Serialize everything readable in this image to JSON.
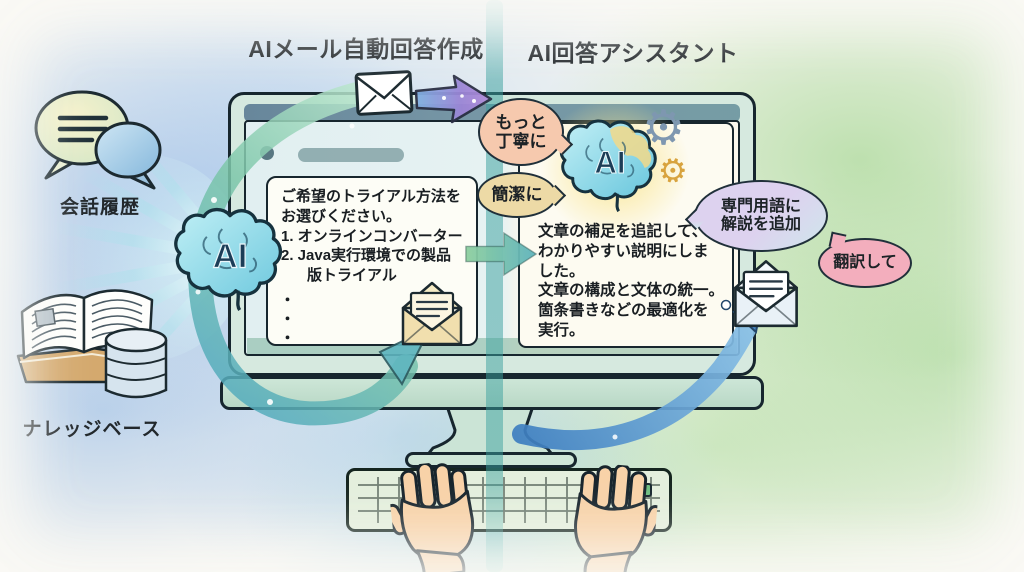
{
  "titles": {
    "left": "AIメール自動回答作成",
    "right": "AI回答アシスタント"
  },
  "sources": {
    "conversation_history": "会話履歴",
    "knowledge_base": "ナレッジベース"
  },
  "ai_label": "AI",
  "screen": {
    "left_panel": {
      "line1": "ご希望のトライアル方法を",
      "line2": "お選びください。",
      "line3": "1. オンラインコンバーター",
      "line4": "2. Java実行環境での製品",
      "line5": "版トライアル",
      "dots": "・\n・\n・"
    },
    "right_panel": {
      "text": "文章の補足を追記して、\nわかりやすい説明にしま\nした。\n文章の構成と文体の統一。\n箇条書きなどの最適化を\n実行。"
    }
  },
  "bubbles": {
    "more_polite": "もっと\n丁寧に",
    "concise": "簡潔に",
    "add_jargon_explanation": "専門用語に\n解説を追加",
    "translate": "翻訳して"
  },
  "icons": {
    "gear": "⚙"
  },
  "colors": {
    "background_left": "#a3c6ea",
    "background_right": "#9fd592",
    "divider": "#4fada8",
    "bubble_more_polite": "#f6c9ae",
    "bubble_concise": "#eddaa6",
    "bubble_jargon": "#d8cdec",
    "bubble_translate": "#f3aebd",
    "brain": "#8fd9e8",
    "brain_glow": "#f7e49a",
    "arrow_left_loop": "#6fbfae",
    "arrow_right_swoosh": "#4787c4",
    "arrow_top": "#9b85d6",
    "arrow_center": "#7cc4a8",
    "monitor_frame": "#d6e9df",
    "envelope_cream": "#f3e2b0"
  }
}
